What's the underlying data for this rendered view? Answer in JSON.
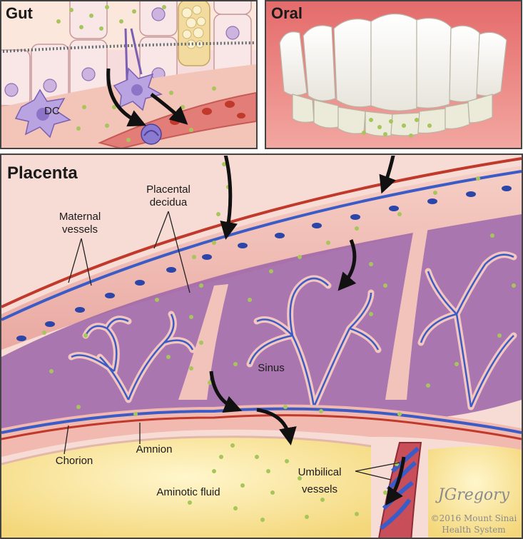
{
  "panels": {
    "gut": {
      "title": "Gut",
      "dc_label": "DC"
    },
    "oral": {
      "title": "Oral"
    },
    "placenta": {
      "title": "Placenta"
    }
  },
  "labels": {
    "placental_decidua_line1": "Placental",
    "placental_decidua_line2": "decidua",
    "maternal_vessels_line1": "Maternal",
    "maternal_vessels_line2": "vessels",
    "sinus": "Sinus",
    "chorion": "Chorion",
    "amnion": "Amnion",
    "aminotic_fluid": "Aminotic fluid",
    "umbilical_line1": "Umbilical",
    "umbilical_line2": "vessels"
  },
  "credit": {
    "signature": "JGregory",
    "copyright_line1": "©2016 Mount Sinai",
    "copyright_line2": "Health System"
  },
  "colors": {
    "gut_bg": "#f3c7bd",
    "epithelium": "#f6dede",
    "villus_purple": "#8b5aa0",
    "amniotic_fluid": "#fbe9a6",
    "vessel_blue": "#3b5cc6",
    "vessel_red": "#c0392b",
    "bacteria_green": "#a6c65a"
  }
}
